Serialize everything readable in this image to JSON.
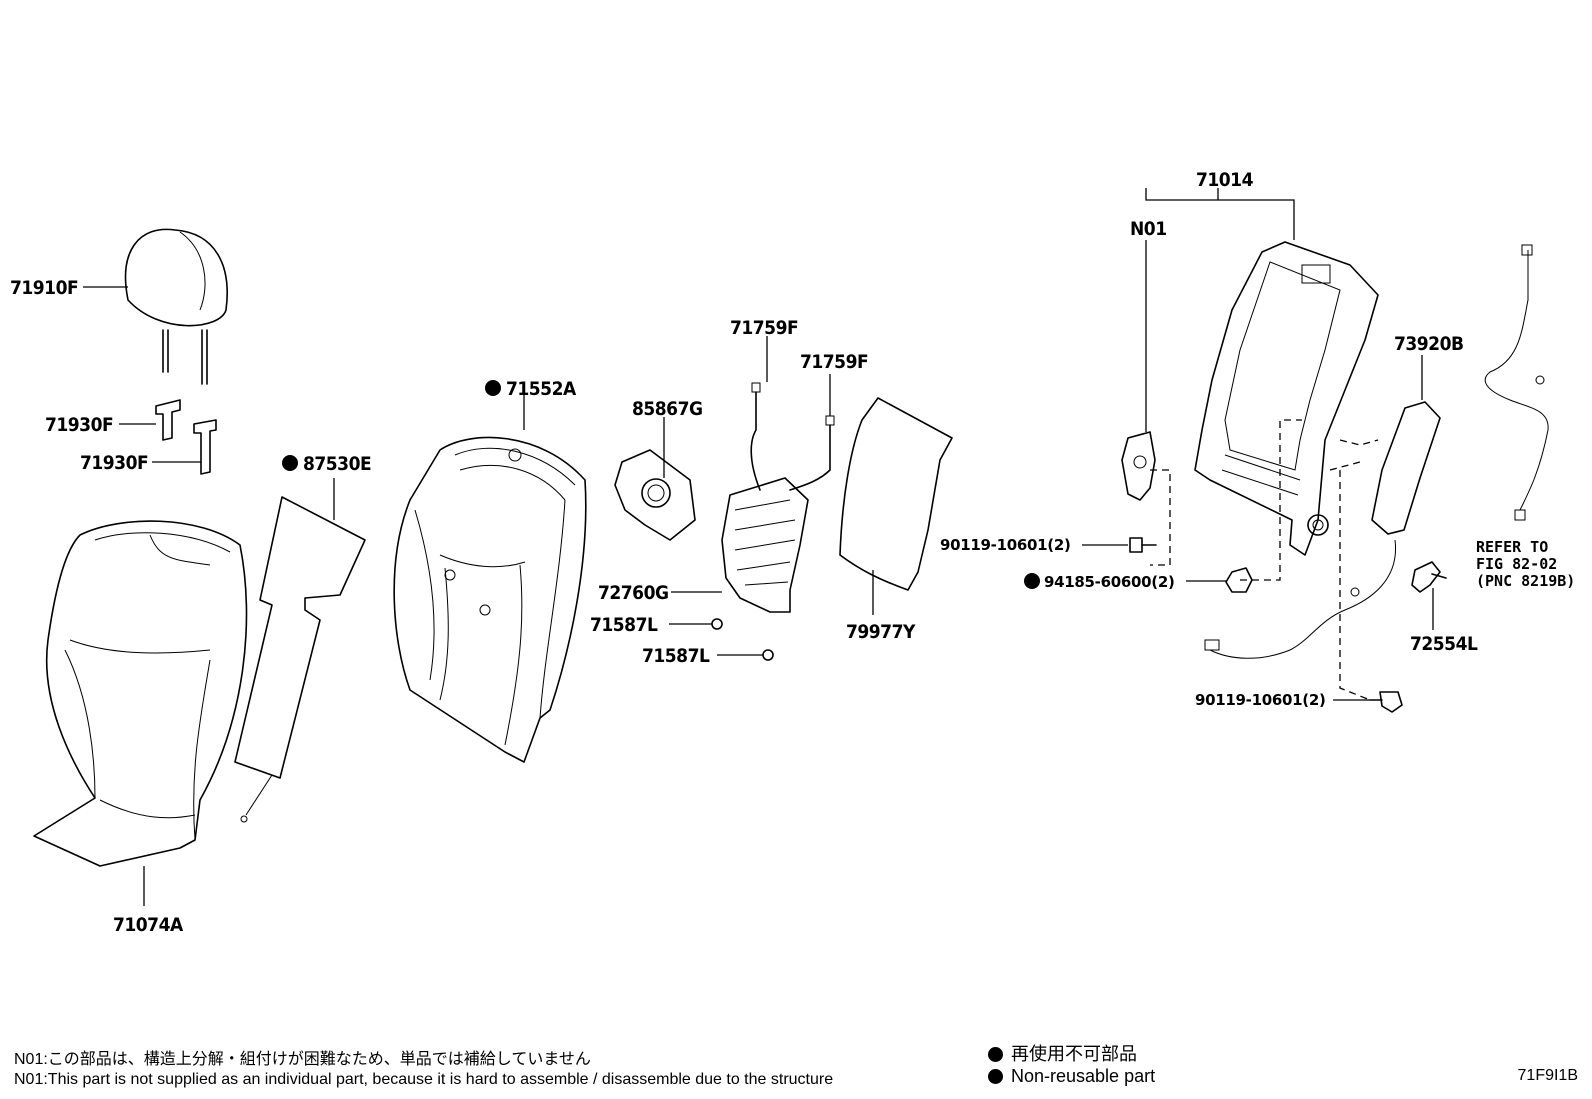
{
  "parts": {
    "p71910F": "71910F",
    "p71930F_a": "71930F",
    "p71930F_b": "71930F",
    "p87530E": "87530E",
    "p71552A": "71552A",
    "p85867G": "85867G",
    "p71759F_a": "71759F",
    "p71759F_b": "71759F",
    "p72760G": "72760G",
    "p71587L_a": "71587L",
    "p71587L_b": "71587L",
    "p79977Y": "79977Y",
    "p71074A": "71074A",
    "p71014": "71014",
    "pN01": "N01",
    "p73920B": "73920B",
    "p90119_a": "90119-10601(2)",
    "p94185": "94185-60600(2)",
    "p90119_b": "90119-10601(2)",
    "p72554L": "72554L"
  },
  "refer": {
    "line1": "REFER TO",
    "line2": "FIG 82-02",
    "line3": "(PNC 8219B)"
  },
  "notes": {
    "jp": "N01:この部品は、構造上分解・組付けが困難なため、単品では補給していません",
    "en": "N01:This part is not supplied as an individual part, because it is hard to assemble / disassemble due to the structure"
  },
  "legend": {
    "jp": "再使用不可部品",
    "en": "Non-reusable part"
  },
  "figure_id": "71F9I1B"
}
